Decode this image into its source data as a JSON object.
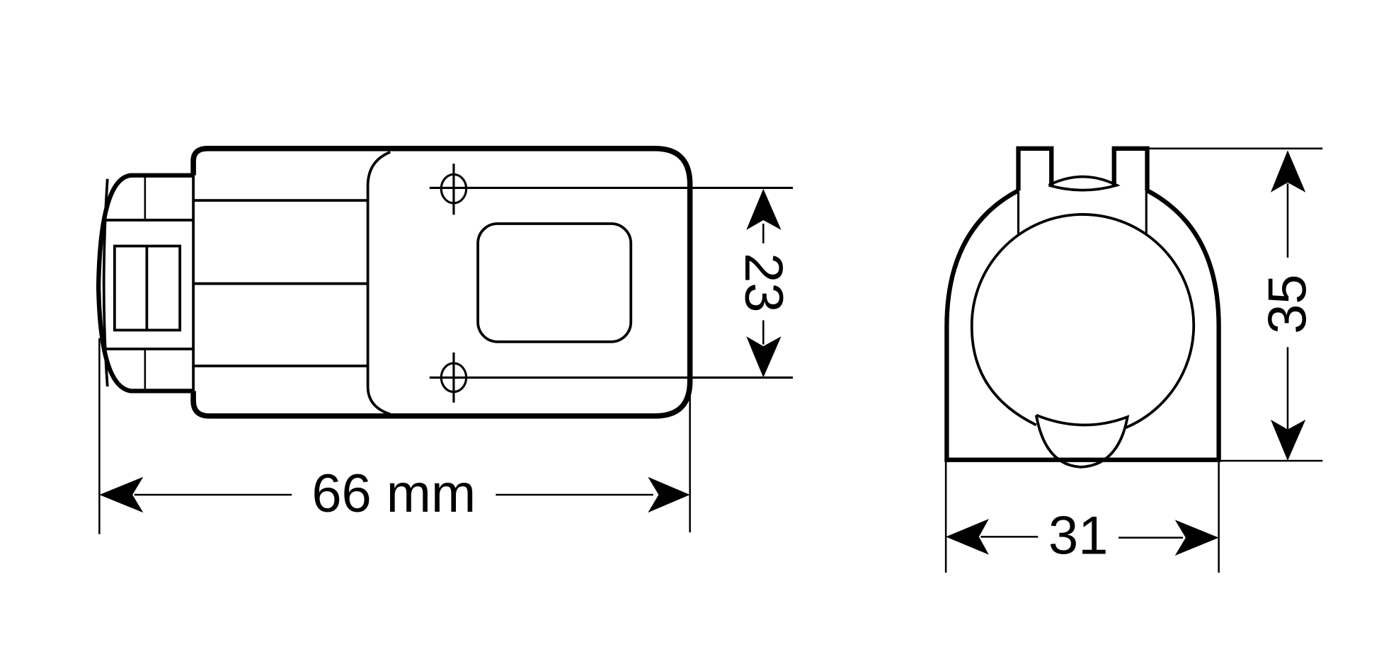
{
  "drawing": {
    "side_view": {
      "length_label": "66 mm",
      "height_label": "23"
    },
    "end_view": {
      "width_label": "31",
      "height_label": "35"
    },
    "line_color": "#000000",
    "background": "#ffffff"
  }
}
